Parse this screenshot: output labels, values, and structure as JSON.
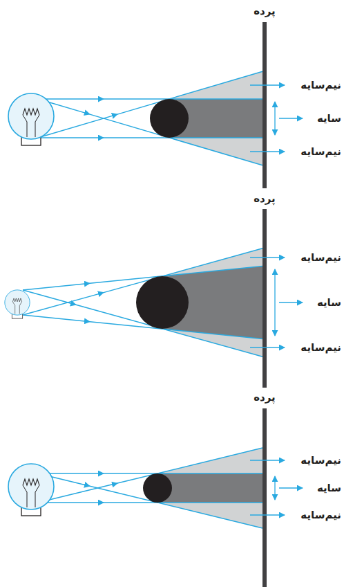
{
  "diagram": {
    "labels": [
      "پرده",
      "نیم‌سایه",
      "سایه",
      "نیم‌سایه",
      "پرده",
      "نیم‌سایه",
      "سایه",
      "نیم‌سایه",
      "پرده",
      "نیم‌سایه",
      "سایه",
      "نیم‌سایه"
    ]
  }
}
